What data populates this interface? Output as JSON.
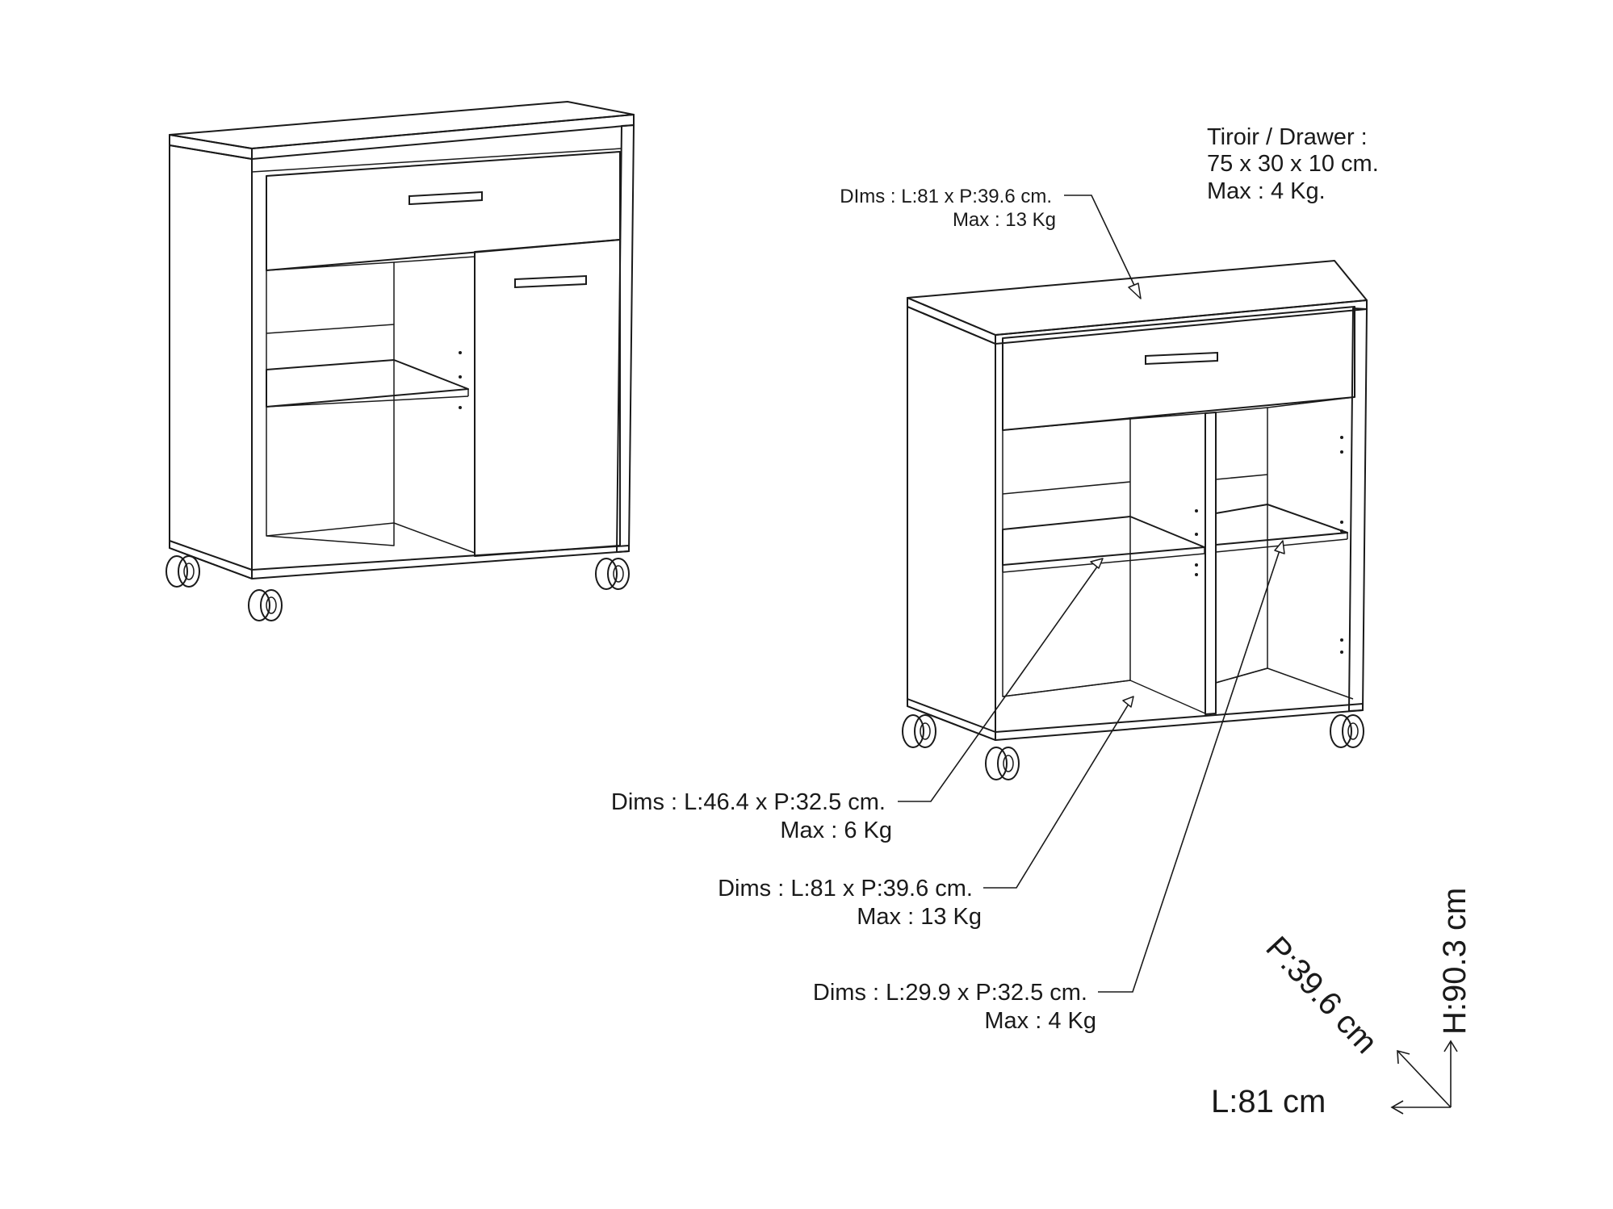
{
  "drawer_note": {
    "line1": "Tiroir / Drawer :",
    "line2": "75 x 30 x 10 cm.",
    "line3": "Max : 4 Kg."
  },
  "callouts": {
    "top": {
      "dims": "DIms : L:81 x P:39.6 cm.",
      "max": "Max : 13 Kg"
    },
    "left_shelf": {
      "dims": "Dims : L:46.4 x P:32.5 cm.",
      "max": "Max : 6 Kg"
    },
    "bottom": {
      "dims": "Dims : L:81 x P:39.6 cm.",
      "max": "Max : 13 Kg"
    },
    "right_shelf": {
      "dims": "Dims : L:29.9 x P:32.5 cm.",
      "max": "Max : 4 Kg"
    }
  },
  "overall": {
    "length": "L:81 cm",
    "depth": "P:39.6 cm",
    "height": "H:90.3 cm"
  },
  "colors": {
    "line": "#1a1a1a",
    "background": "#ffffff"
  }
}
